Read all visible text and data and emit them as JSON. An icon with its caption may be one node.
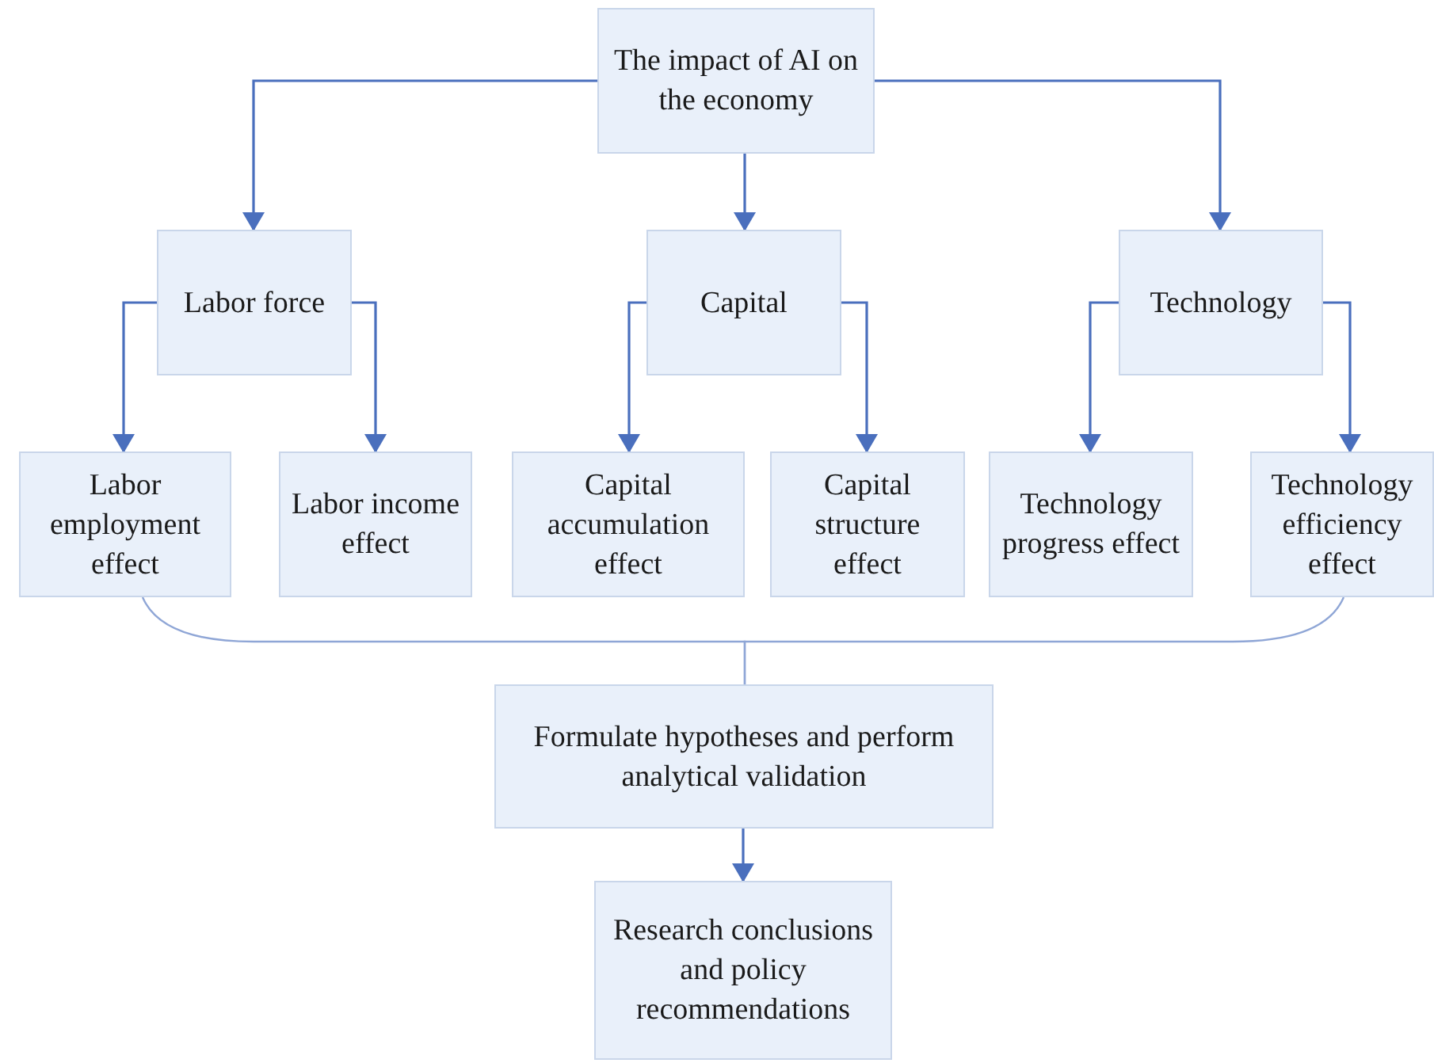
{
  "diagram": {
    "nodes": [
      {
        "text": [
          "The impact of AI on the economy"
        ]
      },
      {
        "text": [
          "Labor force"
        ]
      },
      {
        "text": [
          "Capital"
        ]
      },
      {
        "text": [
          "Technology"
        ]
      },
      {
        "text": [
          "Labor employment effect"
        ]
      },
      {
        "text": [
          "Labor income effect"
        ]
      },
      {
        "text": [
          "Capital accumulation effect"
        ]
      },
      {
        "text": [
          "Capital structure effect"
        ]
      },
      {
        "text": [
          "Technology progress effect"
        ]
      },
      {
        "text": [
          "Technology efficiency effect"
        ]
      },
      {
        "text": [
          "Formulate hypotheses and perform analytical validation"
        ]
      },
      {
        "text": [
          "Research conclusions and policy recommendations"
        ]
      }
    ],
    "edges": [
      {
        "from": 0,
        "to": 1,
        "arrow": "to"
      },
      {
        "from": 0,
        "to": 2,
        "arrow": "to"
      },
      {
        "from": 0,
        "to": 3,
        "arrow": "to"
      },
      {
        "from": 1,
        "to": 4,
        "arrow": "to"
      },
      {
        "from": 1,
        "to": 5,
        "arrow": "to"
      },
      {
        "from": 2,
        "to": 6,
        "arrow": "to"
      },
      {
        "from": 2,
        "to": 7,
        "arrow": "to"
      },
      {
        "from": 3,
        "to": 8,
        "arrow": "to"
      },
      {
        "from": 3,
        "to": 9,
        "arrow": "to"
      },
      {
        "from": 4,
        "to": 10,
        "arrow": "none",
        "color": "#8fa6d6"
      },
      {
        "from": 9,
        "to": 10,
        "arrow": "none",
        "color": "#8fa6d6"
      },
      {
        "from": 10,
        "to": 11,
        "arrow": "to"
      }
    ]
  }
}
